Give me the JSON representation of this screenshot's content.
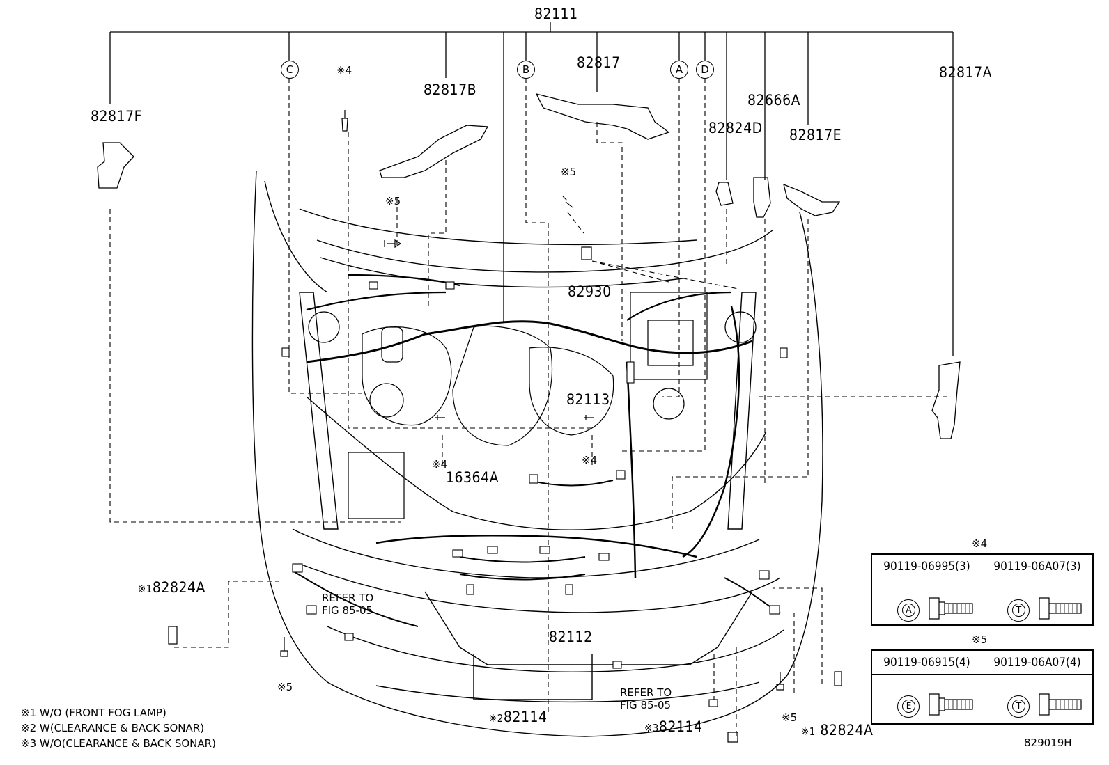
{
  "parts": {
    "p82111": "82111",
    "p82817": "82817",
    "p82817A": "82817A",
    "p82817B": "82817B",
    "p82817E": "82817E",
    "p82817F": "82817F",
    "p82666A": "82666A",
    "p82824D": "82824D",
    "p82930": "82930",
    "p82113": "82113",
    "p16364A": "16364A",
    "p82112": "82112",
    "p82824A_left": "82824A",
    "p82824A_right": "82824A",
    "p82114_bottom": "82114",
    "p82114_right": "82114"
  },
  "marks": {
    "m4_top": "※4",
    "m5_a": "※5",
    "m5_b": "※5",
    "m4_c": "※4",
    "m4_d": "※4",
    "m5_left_low": "※5",
    "m5_right_low": "※5",
    "m1_left": "※1",
    "m1_right": "※1",
    "m2_bottom": "※2",
    "m3_right": "※3"
  },
  "callouts": {
    "A": "A",
    "B": "B",
    "C": "C",
    "D": "D"
  },
  "refer": {
    "left_line1": "REFER TO",
    "left_line2": "FIG 85-05",
    "right_line1": "REFER TO",
    "right_line2": "FIG 85-05"
  },
  "bolt_tables": [
    {
      "header": "※4",
      "left_part": "90119-06995(3)",
      "left_mark": "A",
      "right_part": "90119-06A07(3)",
      "right_mark": "T"
    },
    {
      "header": "※5",
      "left_part": "90119-06915(4)",
      "left_mark": "E",
      "right_part": "90119-06A07(4)",
      "right_mark": "T"
    }
  ],
  "notes": [
    "※1 W/O (FRONT FOG LAMP)",
    "※2 W(CLEARANCE & BACK SONAR)",
    "※3 W/O(CLEARANCE & BACK SONAR)"
  ],
  "figure_number": "829019H"
}
